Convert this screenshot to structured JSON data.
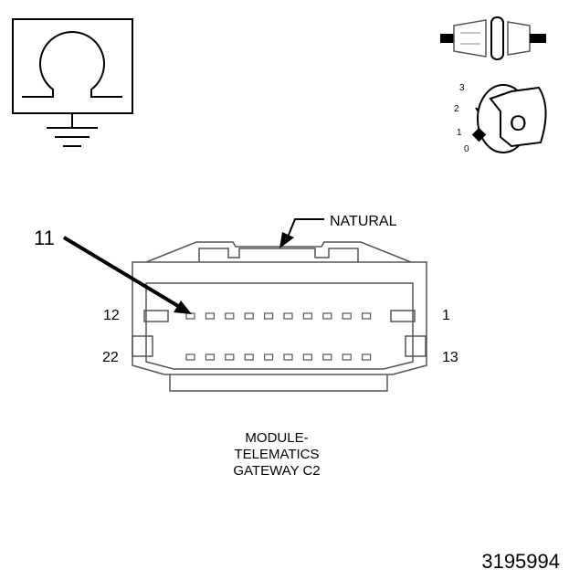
{
  "ohmmeter": {
    "symbol": "Ω"
  },
  "ignition": {
    "positions": [
      "3",
      "2",
      "1",
      "0"
    ],
    "key_mark": "O"
  },
  "connector": {
    "callout_number": "11",
    "color_label": "NATURAL",
    "pin_top_left": "12",
    "pin_top_right": "1",
    "pin_bottom_left": "22",
    "pin_bottom_right": "13",
    "caption_line1": "MODULE-",
    "caption_line2": "TELEMATICS",
    "caption_line3": "GATEWAY C2"
  },
  "figure_number": "3195994"
}
